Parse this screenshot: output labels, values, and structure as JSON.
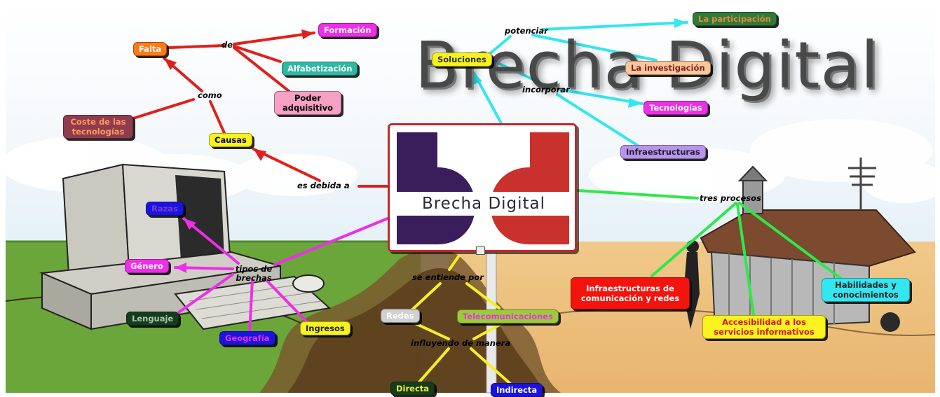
{
  "title": "Brecha Digital",
  "center": {
    "label": "Brecha Digital",
    "logo": "bd"
  },
  "colors": {
    "red_links": "#e0201c",
    "cyan_links": "#33e6f0",
    "green_links": "#2ee84a",
    "magenta_links": "#ee2ee8",
    "yellow_links": "#f5ee2a"
  },
  "concepts": {
    "falta": "Falta",
    "formacion": "Formación",
    "alfabetizacion": "Alfabetización",
    "poder": "Poder adquisitivo",
    "coste": "Coste de las tecnologías",
    "causas": "Causas",
    "soluciones": "Soluciones",
    "participacion": "La participación",
    "investigacion": "La investigación",
    "tecnologias": "Tecnologías",
    "infraestructuras": "Infraestructuras",
    "razas": "Razas",
    "genero": "Género",
    "lenguaje": "Lenguaje",
    "geografia": "Geografía",
    "ingresos": "Ingresos",
    "redes": "Redes",
    "telecom": "Telecomunicaciones",
    "directa": "Directa",
    "indirecta": "Indirecta",
    "infra_com": "Infraestructuras de comunicación y redes",
    "accesibilidad": "Accesibilidad a los servicios informativos",
    "habilidades": "Habilidades y conocimientos"
  },
  "links": {
    "de": "de",
    "como": "como",
    "es_debida": "es debida a",
    "potenciar": "potenciar",
    "incorporar": "incorporar",
    "tres_procesos": "tres procesos",
    "tipos": "tipos de brechas",
    "se_entiende": "se entiende por",
    "influyendo": "influyendo de manera"
  }
}
